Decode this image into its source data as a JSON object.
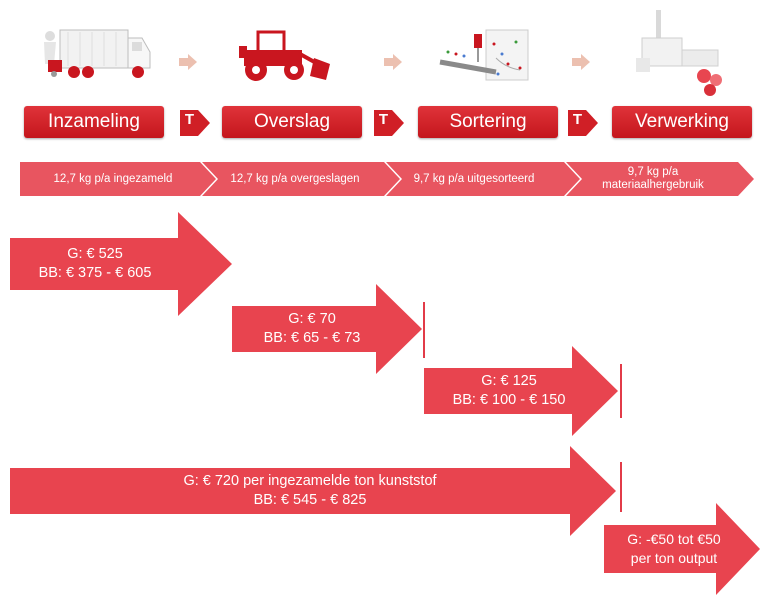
{
  "stages": [
    {
      "label": "Inzameling"
    },
    {
      "label": "Overslag"
    },
    {
      "label": "Sortering"
    },
    {
      "label": "Verwerking"
    }
  ],
  "transport_label": "T",
  "flows": [
    {
      "label": "12,7 kg p/a ingezameld"
    },
    {
      "label": "12,7 kg p/a overgeslagen"
    },
    {
      "label": "9,7 kg p/a uitgesorteerd"
    },
    {
      "label": "9,7 kg p/a materiaalhergebruik"
    }
  ],
  "costs": {
    "inzameling": {
      "line1": "G: € 525",
      "line2": "BB: € 375 - €  605"
    },
    "overslag": {
      "line1": "G: € 70",
      "line2": "BB: € 65 - € 73"
    },
    "sortering": {
      "line1": "G: € 125",
      "line2": "BB: € 100 - €  150"
    },
    "total": {
      "line1": "G: € 720 per ingezamelde ton kunststof",
      "line2": "BB: € 545 - €  825"
    },
    "verwerking": {
      "line1": "G: -€50 tot €50",
      "line2": "per ton output"
    }
  },
  "colors": {
    "stage_red": "#d01f26",
    "arrow_red": "#e8444f",
    "flow_red": "#e85560",
    "connector": "#ecc0b0"
  },
  "icons": [
    "garbage-truck-icon",
    "wheel-loader-icon",
    "sorting-plant-icon",
    "recycling-plant-icon"
  ]
}
